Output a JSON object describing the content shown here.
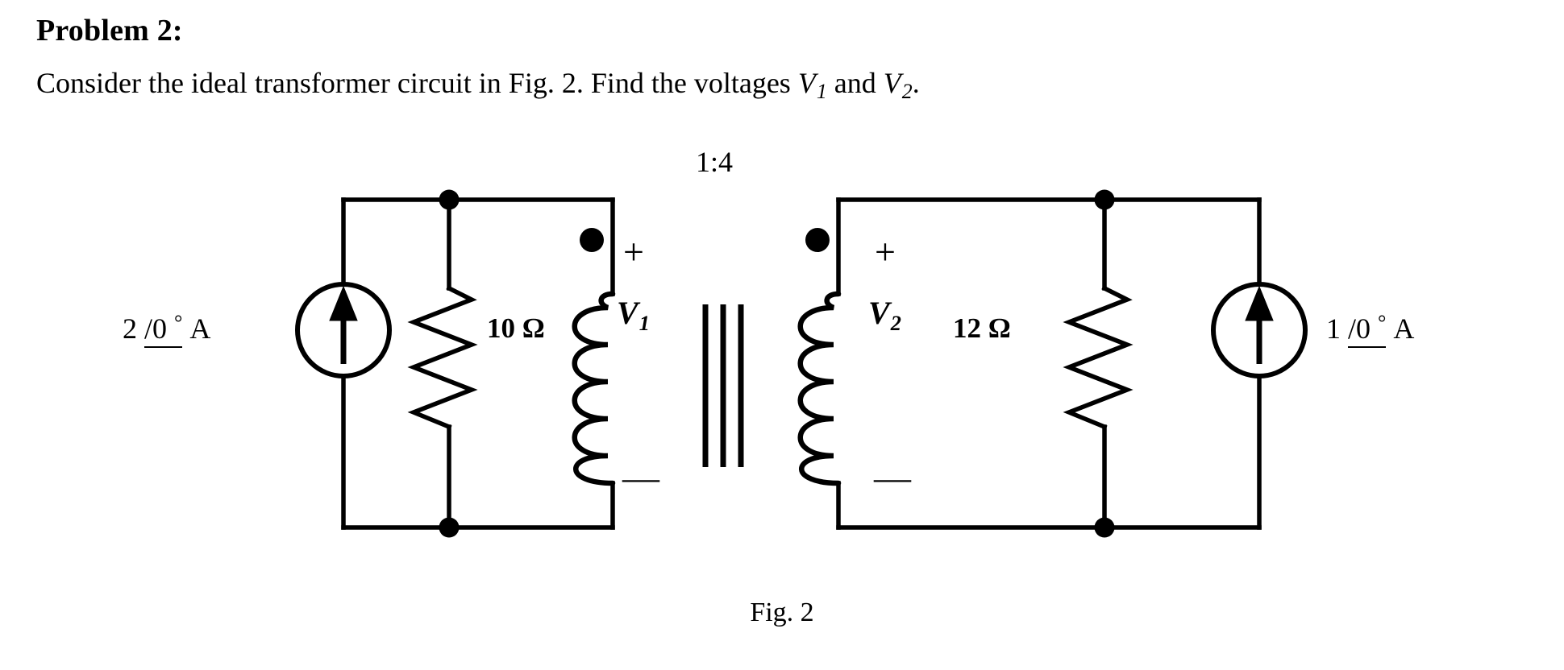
{
  "document": {
    "problem_title": "Problem 2:",
    "statement_prefix": "Consider the ideal transformer circuit in Fig. 2. Find the voltages ",
    "statement_var1": "V",
    "statement_var1_sub": "1",
    "statement_middle": " and ",
    "statement_var2": "V",
    "statement_var2_sub": "2",
    "statement_suffix": ".",
    "figure_caption": "Fig. 2"
  },
  "circuit": {
    "turns_ratio": "1:4",
    "left_source": {
      "magnitude": "2",
      "angle": "/0",
      "degree": "°",
      "unit": "A",
      "direction": "up"
    },
    "right_source": {
      "magnitude": "1",
      "angle": "/0",
      "degree": "°",
      "unit": "A",
      "direction": "up"
    },
    "left_resistor": {
      "value": "10",
      "unit": "Ω",
      "label": "10 Ω"
    },
    "right_resistor": {
      "value": "12",
      "unit": "Ω",
      "label": "12 Ω"
    },
    "primary_voltage": {
      "symbol": "V",
      "subscript": "1",
      "plus": "+",
      "minus": "—"
    },
    "secondary_voltage": {
      "symbol": "V",
      "subscript": "2",
      "plus": "+",
      "minus": "—"
    },
    "colors": {
      "wire": "#000000",
      "background": "#ffffff"
    }
  }
}
